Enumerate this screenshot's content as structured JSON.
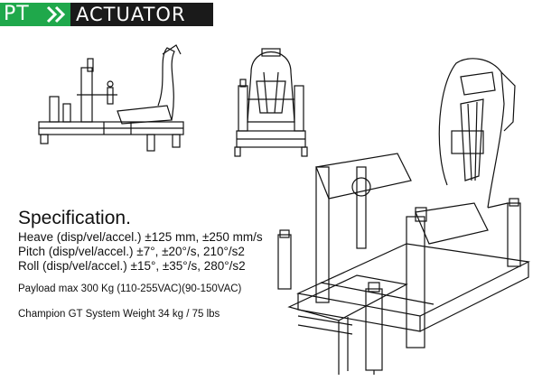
{
  "logo": {
    "brand": "PT",
    "product": "ACTUATOR"
  },
  "spec": {
    "title": "Specification.",
    "lines": [
      "Heave (disp/vel/accel.) ±125 mm, ±250 mm/s",
      "Pitch (disp/vel/accel.) ±7°, ±20°/s, 210°/s2",
      "Roll (disp/vel/accel.) ±15°, ±35°/s, 280°/s2"
    ],
    "payload": "Payload max 300 Kg (110-255VAC)(90-150VAC)",
    "weight": "Champion GT System Weight 34 kg / 75 lbs"
  }
}
